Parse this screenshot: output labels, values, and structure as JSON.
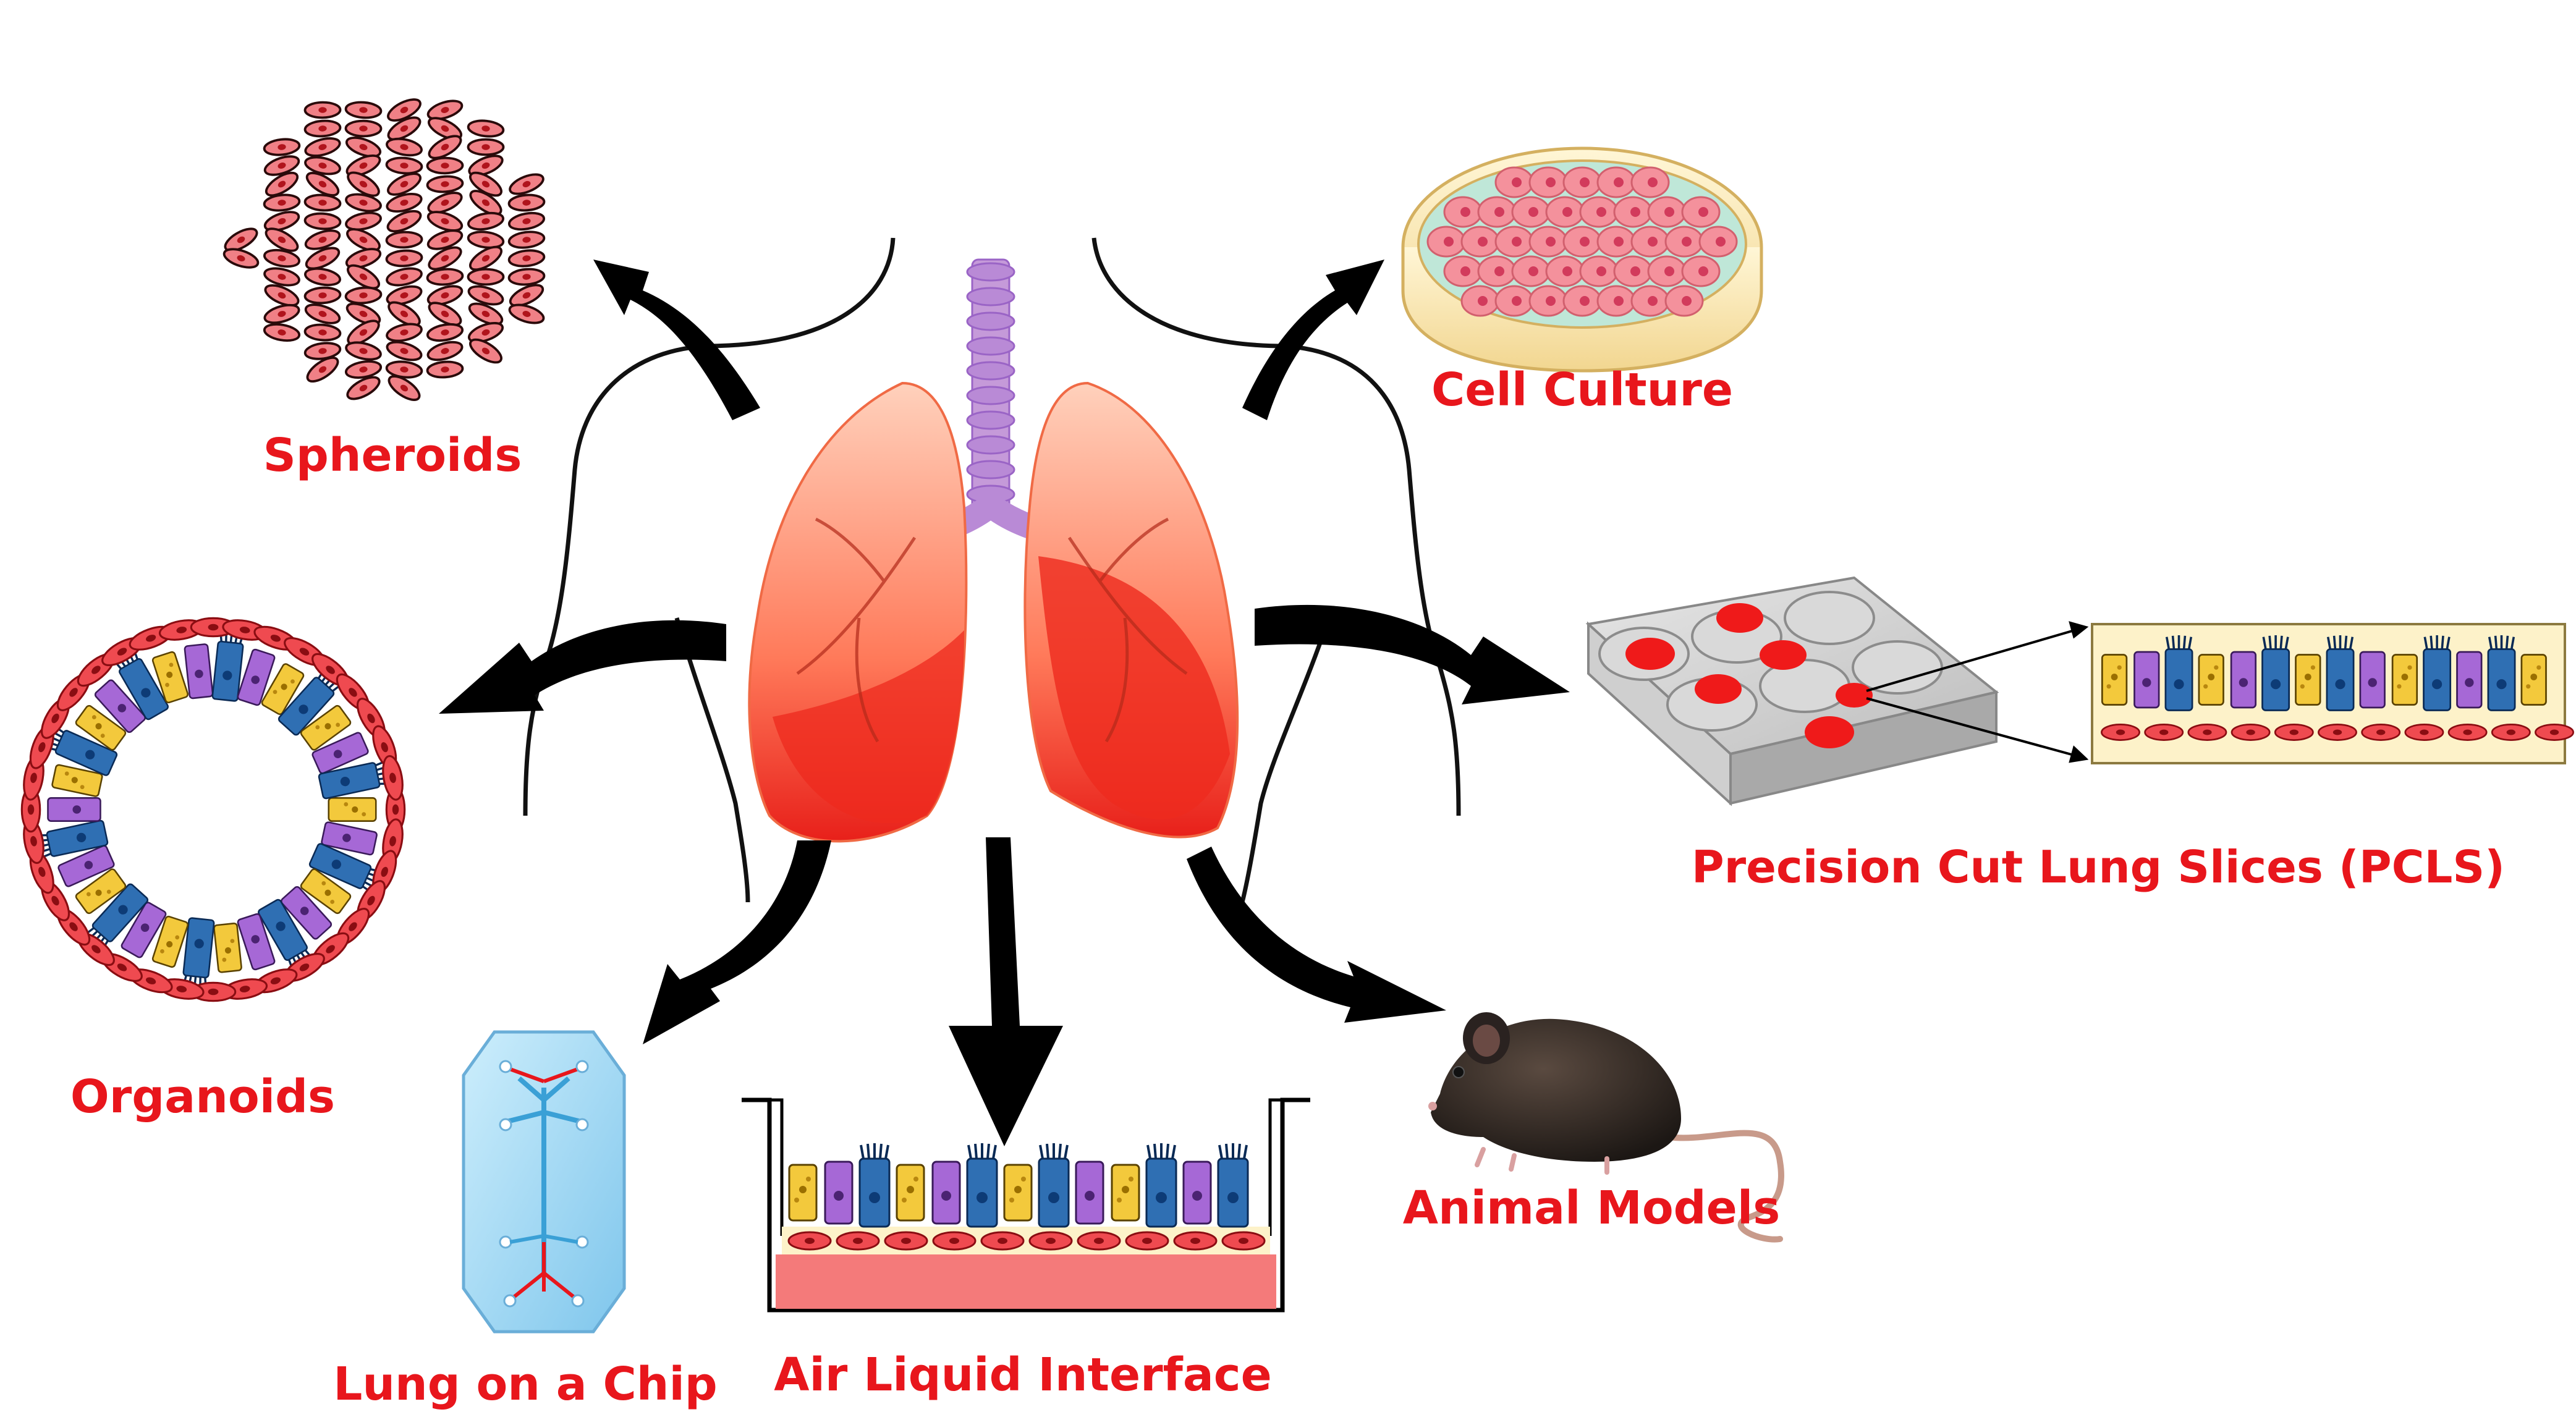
{
  "labels": {
    "spheroids": "Spheroids",
    "cell_culture": "Cell Culture",
    "organoids": "Organoids",
    "pcls": "Precision Cut Lung Slices (PCLS)",
    "lung_on_chip": "Lung on a Chip",
    "ali": "Air Liquid Interface",
    "animal_models": "Animal Models"
  },
  "colors": {
    "label": "#e8161c",
    "arrow": "#000000",
    "lung": "#f26a4f",
    "trachea": "#c59ad9",
    "cell_yellow": "#f3c93c",
    "cell_purple": "#a668d6",
    "cell_blue": "#2f6fb3",
    "endothelial": "#e9474d",
    "medium": "#f47a7a",
    "chip": "#a9d8f3",
    "dish_cell": "#f4919c"
  },
  "icons": {
    "lungs": "lungs-icon",
    "mouse": "mouse-icon",
    "chip": "microfluidic-chip-icon",
    "dish": "petri-dish-icon",
    "plate": "well-plate-icon"
  }
}
